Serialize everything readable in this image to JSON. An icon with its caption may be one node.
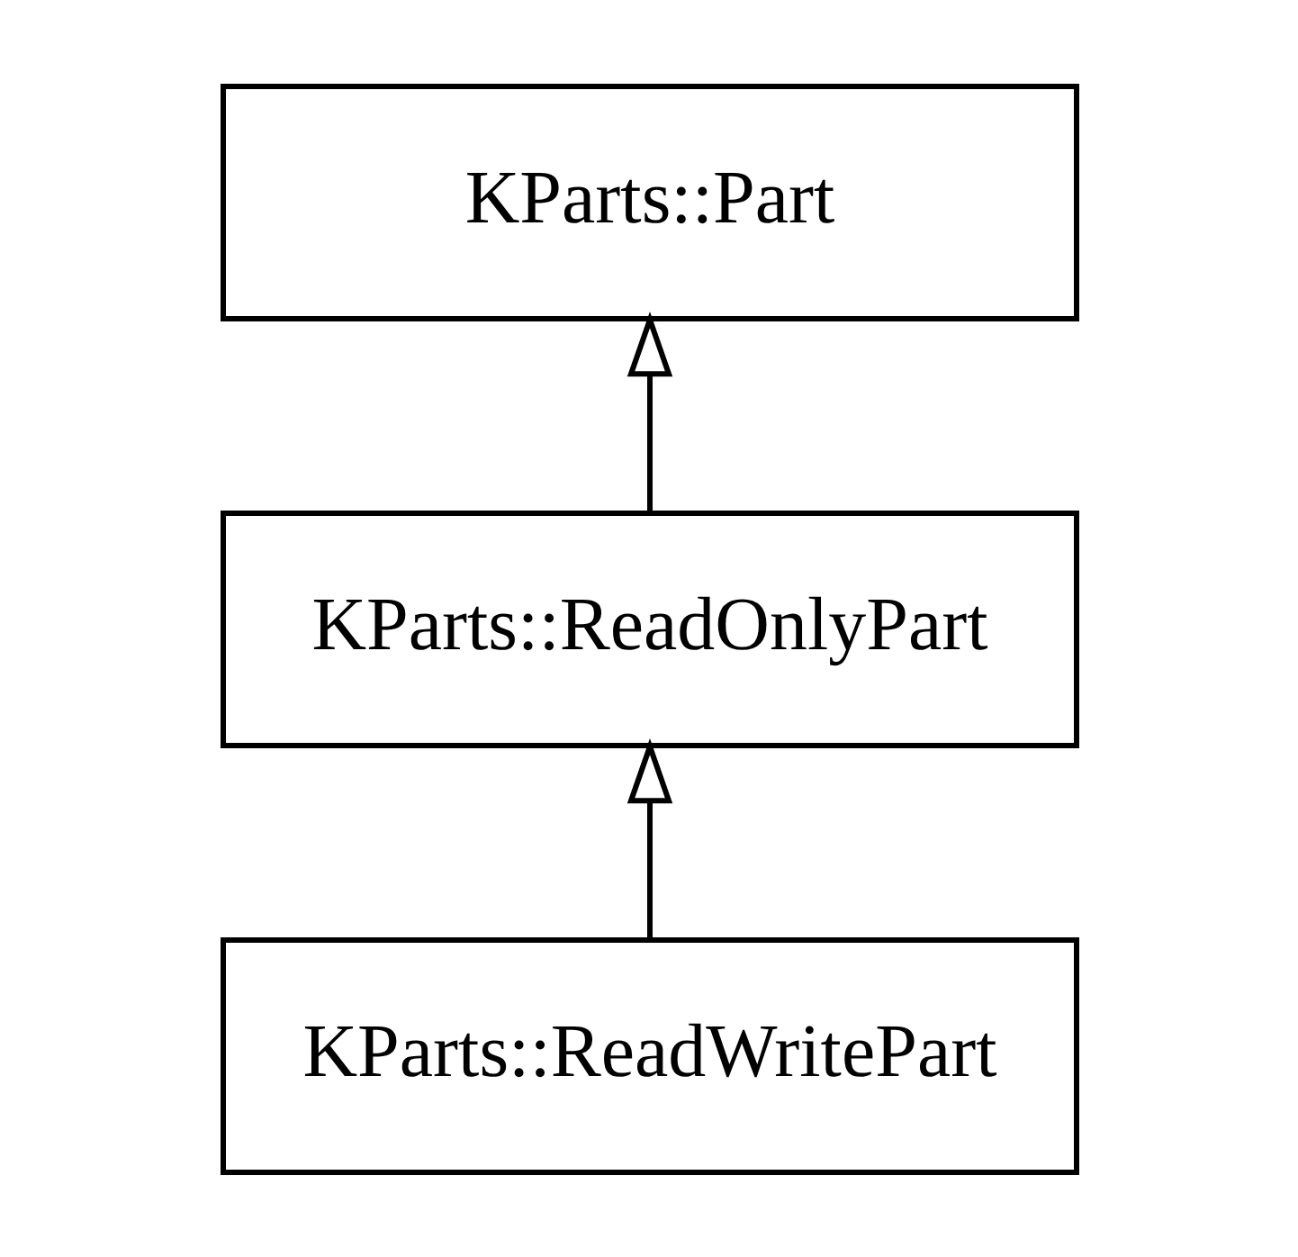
{
  "diagram": {
    "nodes": [
      {
        "text": [
          "KParts::Part"
        ]
      },
      {
        "text": [
          "KParts::ReadOnlyPart"
        ]
      },
      {
        "text": [
          "KParts::ReadWritePart"
        ]
      }
    ],
    "edges": [
      {
        "from": 1,
        "to": 0,
        "arrow": "to"
      },
      {
        "from": 2,
        "to": 1,
        "arrow": "to"
      }
    ]
  }
}
